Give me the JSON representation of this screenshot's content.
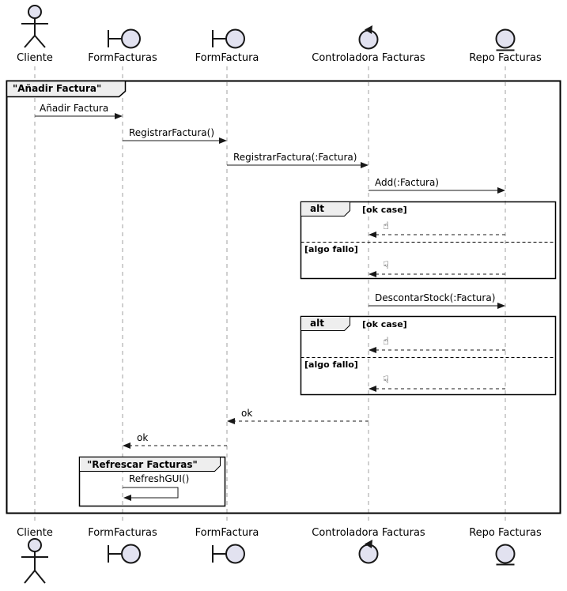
{
  "diagram": {
    "frame_title": "\"Añadir Factura\"",
    "group_title": "\"Refrescar Facturas\"",
    "participants": [
      {
        "name": "Cliente",
        "type": "actor"
      },
      {
        "name": "FormFacturas",
        "type": "boundary"
      },
      {
        "name": "FormFactura",
        "type": "boundary"
      },
      {
        "name": "Controladora Facturas",
        "type": "control"
      },
      {
        "name": "Repo Facturas",
        "type": "entity"
      }
    ],
    "messages": [
      {
        "from": "Cliente",
        "to": "FormFacturas",
        "label": "Añadir Factura",
        "style": "solid"
      },
      {
        "from": "FormFacturas",
        "to": "FormFactura",
        "label": "RegistrarFactura()",
        "style": "solid"
      },
      {
        "from": "FormFactura",
        "to": "Controladora Facturas",
        "label": "RegistrarFactura(:Factura)",
        "style": "solid"
      },
      {
        "from": "Controladora Facturas",
        "to": "Repo Facturas",
        "label": "Add(:Factura)",
        "style": "solid"
      },
      {
        "from": "Controladora Facturas",
        "to": "Repo Facturas",
        "label": "DescontarStock(:Factura)",
        "style": "solid"
      },
      {
        "from": "Controladora Facturas",
        "to": "FormFactura",
        "label": "ok",
        "style": "dashed"
      },
      {
        "from": "FormFactura",
        "to": "FormFacturas",
        "label": "ok",
        "style": "dashed"
      },
      {
        "from": "FormFacturas",
        "to": "FormFacturas",
        "label": "RefreshGUI()",
        "style": "self"
      }
    ],
    "fragments": [
      {
        "operator": "alt",
        "guard_ok": "[ok case]",
        "guard_fail": "[algo fallo]",
        "ok_icon": "☝",
        "fail_icon": "☟"
      },
      {
        "operator": "alt",
        "guard_ok": "[ok case]",
        "guard_fail": "[algo fallo]",
        "ok_icon": "☝",
        "fail_icon": "☟"
      }
    ],
    "colors": {
      "participant_fill": "#E2E2F0",
      "stroke": "#181818",
      "tab_fill": "#EEEEEE",
      "lifeline": "#A0A0A0"
    }
  }
}
